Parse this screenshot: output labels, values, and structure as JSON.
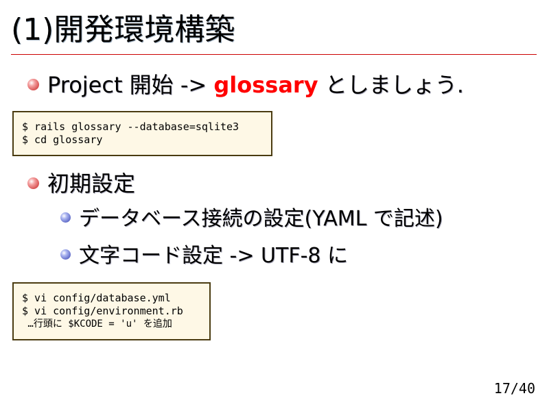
{
  "title": "(1)開発環境構築",
  "bullets": [
    {
      "pre": "Project 開始 -> ",
      "highlight": "glossary",
      "post": " としましょう."
    },
    {
      "text": "初期設定"
    }
  ],
  "sub_bullets": [
    "データベース接続の設定(YAML で記述)",
    "文字コード設定 -> UTF-8 に"
  ],
  "code1": [
    "$ rails glossary --database=sqlite3",
    "$ cd glossary"
  ],
  "code2": [
    "$ vi config/database.yml",
    "$ vi config/environment.rb",
    " …行頭に $KCODE = 'u' を追加"
  ],
  "page": "17/40",
  "colors": {
    "highlight": "#ff0000",
    "rule": "#cc0000",
    "code_bg": "#fef8e6"
  }
}
